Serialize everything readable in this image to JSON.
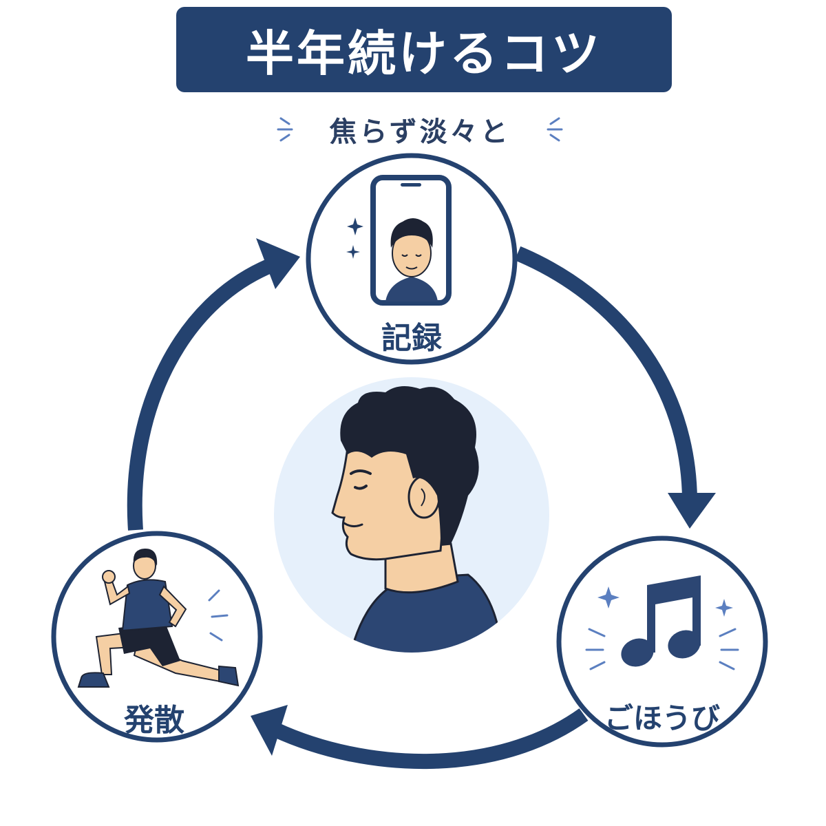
{
  "title": "半年続けるコツ",
  "subtitle": "焦らず淡々と",
  "cycle": {
    "nodes": [
      {
        "id": "record",
        "label": "記録",
        "icon": "smartphone-selfie-icon"
      },
      {
        "id": "reward",
        "label": "ごほうび",
        "icon": "music-note-icon"
      },
      {
        "id": "release",
        "label": "発散",
        "icon": "running-man-icon"
      }
    ],
    "center": {
      "icon": "man-profile-icon"
    }
  },
  "colors": {
    "navy": "#24426f",
    "accent": "#5b7fc0",
    "center_bg": "#e6f0fb",
    "skin": "#f5cfa4",
    "hair": "#1d2333",
    "shirt": "#2c4673"
  }
}
